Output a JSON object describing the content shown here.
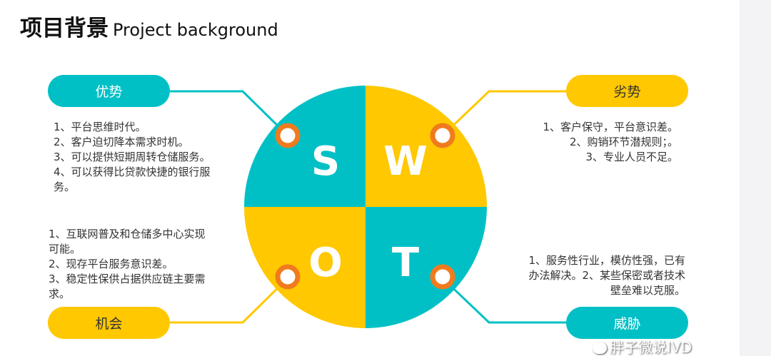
{
  "title": {
    "zh": "项目背景",
    "en": "Project background"
  },
  "colors": {
    "teal": "#00c0c6",
    "yellow": "#ffc800",
    "orange": "#f07b1e"
  },
  "swot": {
    "s": "S",
    "w": "W",
    "o": "O",
    "t": "T"
  },
  "strengths": {
    "label": "优势",
    "items": [
      "1、平台思维时代。",
      "2、客户迫切降本需求时机。",
      "3、可以提供短期周转仓储服务。",
      "4、可以获得比贷款快捷的银行服务。"
    ]
  },
  "weaknesses": {
    "label": "劣势",
    "items": [
      "1、客户保守，平台意识差。",
      "2、购销环节潜规则；。",
      "3、专业人员不足。"
    ]
  },
  "opportunities": {
    "label": "机会",
    "items": [
      "1、互联网普及和仓储多中心实现可能。",
      "2、现存平台服务意识差。",
      "3、稳定性保供占据供应链主要需求。"
    ]
  },
  "threats": {
    "label": "威胁",
    "text": "1、服务性行业，模仿性强，已有办法解决。2、某些保密或者技术壁垒难以克服。"
  },
  "watermark": {
    "icon": "wechat-icon",
    "text": "胖子微说IVD"
  }
}
